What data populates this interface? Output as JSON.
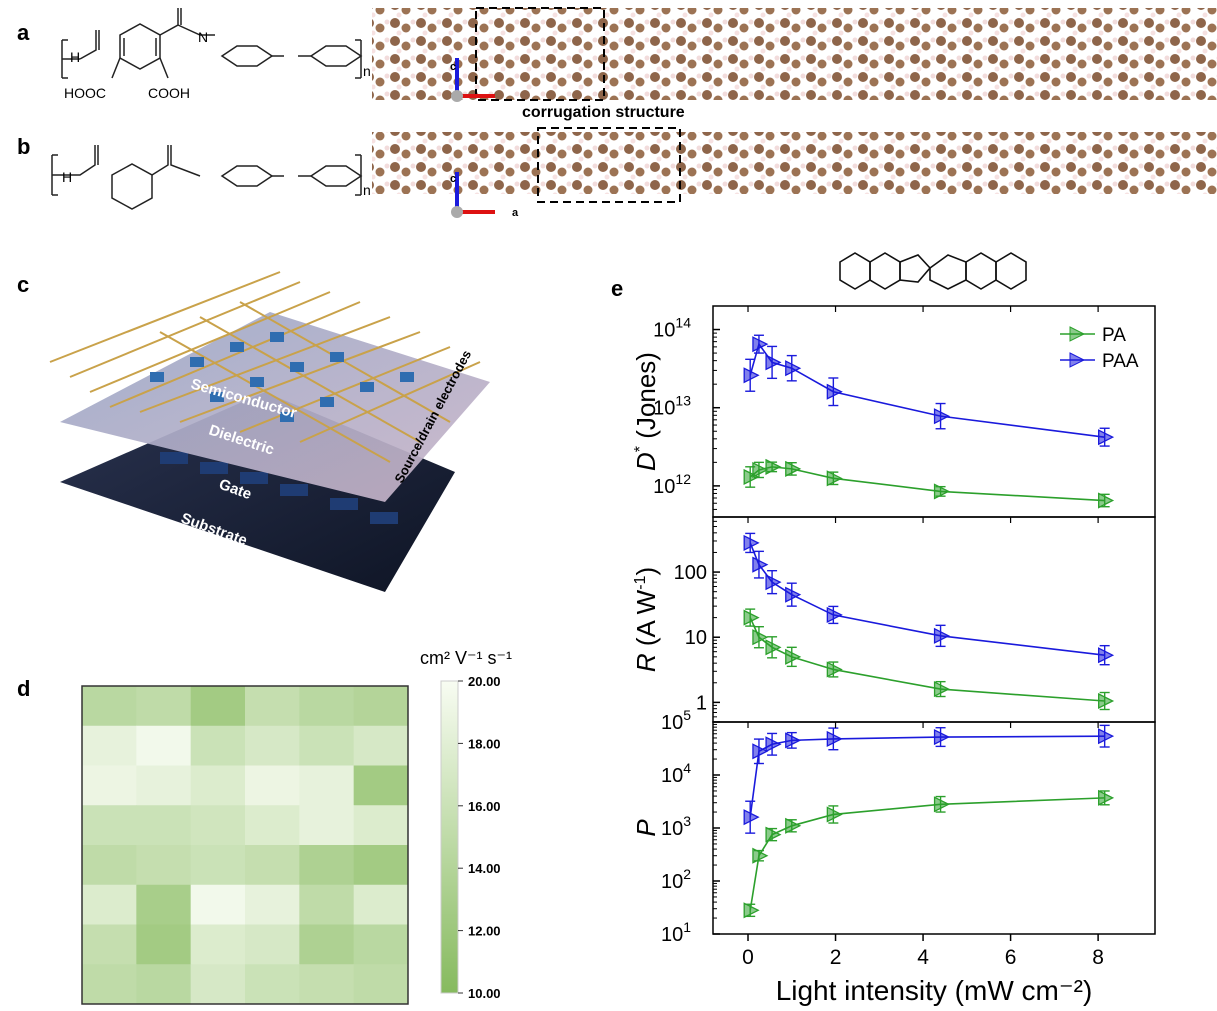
{
  "panels": {
    "a": "a",
    "b": "b",
    "c": "c",
    "d": "d",
    "e": "e"
  },
  "panel_a": {
    "monomer_left": "H",
    "n_label": "N",
    "cooh_left": "HOOC",
    "cooh_right": "COOH",
    "repeat": "n",
    "axis_c": "c",
    "annotation": "corrugation structure"
  },
  "panel_b": {
    "h_label": "H",
    "repeat": "n",
    "axis_c": "c",
    "axis_a": "a"
  },
  "panel_c": {
    "layers": [
      "Semiconductor",
      "Dielectric",
      "Gate",
      "Substrate"
    ],
    "electrode_label": "Source/drain electrodes"
  },
  "panel_d": {
    "unit_label": "cm² V⁻¹ s⁻¹",
    "colorbar_ticks": [
      "20.00",
      "18.00",
      "16.00",
      "14.00",
      "12.00",
      "10.00"
    ],
    "colorbar_range": [
      10,
      20
    ],
    "grid": [
      [
        14.5,
        15,
        12.5,
        15.5,
        14.5,
        14
      ],
      [
        18.5,
        19.5,
        16,
        17,
        16,
        17
      ],
      [
        19,
        18.5,
        17.5,
        19,
        18.5,
        12.5
      ],
      [
        16,
        16,
        16.5,
        17.5,
        18.5,
        17.5
      ],
      [
        15,
        15.5,
        16,
        15.5,
        13.5,
        12.5
      ],
      [
        17.5,
        13,
        19.5,
        18.5,
        15,
        17.5
      ],
      [
        15.5,
        12.5,
        17.5,
        17,
        13.5,
        14.5
      ],
      [
        15,
        14.5,
        17,
        16,
        15.5,
        15
      ]
    ],
    "colors": {
      "low": "#86ba5e",
      "high": "#f8fcf2"
    }
  },
  "chart_data": {
    "type": "scatter",
    "xlabel": "Light intensity (mW cm⁻²)",
    "x_ticks": [
      "0",
      "2",
      "4",
      "6",
      "8"
    ],
    "xlim": [
      -0.8,
      9.3
    ],
    "legend": {
      "placement": "top-right",
      "entries": [
        "PA",
        "PAA"
      ]
    },
    "colors": {
      "PA": "#2ca02c",
      "PAA": "#1a1adc"
    },
    "subplots": [
      {
        "ylabel_main": "D",
        "ylabel_sup": "*",
        "ylabel_tail": " (Jones)",
        "scale": "log",
        "ylim": [
          400000000000,
          200000000000000
        ],
        "ticks": [
          {
            "v": 1000000000000.0,
            "b": "10",
            "e": "12"
          },
          {
            "v": 10000000000000.0,
            "b": "10",
            "e": "13"
          },
          {
            "v": 100000000000000.0,
            "b": "10",
            "e": "14"
          }
        ],
        "series": [
          {
            "name": "PA",
            "x": [
              0.05,
              0.25,
              0.55,
              1.0,
              1.95,
              4.4,
              8.15
            ],
            "y": [
              1300000000000.0,
              1600000000000.0,
              1750000000000.0,
              1650000000000.0,
              1250000000000.0,
              850000000000.0,
              650000000000.0
            ],
            "err": [
              1.35,
              1.25,
              1.15,
              1.2,
              1.2,
              1.15,
              1.2
            ]
          },
          {
            "name": "PAA",
            "x": [
              0.05,
              0.25,
              0.55,
              1.0,
              1.95,
              4.4,
              8.15
            ],
            "y": [
              26000000000000.0,
              65000000000000.0,
              38000000000000.0,
              32000000000000.0,
              16000000000000.0,
              7800000000000.0,
              4200000000000.0
            ],
            "err": [
              1.6,
              1.3,
              1.6,
              1.45,
              1.5,
              1.45,
              1.3
            ]
          }
        ]
      },
      {
        "ylabel_main": "R",
        "ylabel_tail": " (A W",
        "ylabel_sup": "-1",
        "ylabel_end": ")",
        "scale": "log",
        "ylim": [
          0.5,
          700
        ],
        "ticks": [
          {
            "v": 1,
            "t": "1"
          },
          {
            "v": 10,
            "t": "10"
          },
          {
            "v": 100,
            "t": "100"
          }
        ],
        "series": [
          {
            "name": "PA",
            "x": [
              0.05,
              0.25,
              0.55,
              1.0,
              1.95,
              4.4,
              8.15
            ],
            "y": [
              20,
              10,
              7,
              5,
              3.2,
              1.6,
              1.05
            ],
            "err": [
              1.35,
              1.45,
              1.45,
              1.4,
              1.3,
              1.3,
              1.35
            ]
          },
          {
            "name": "PAA",
            "x": [
              0.05,
              0.25,
              0.55,
              1.0,
              1.95,
              4.4,
              8.15
            ],
            "y": [
              280,
              130,
              70,
              45,
              22,
              10.5,
              5.3
            ],
            "err": [
              1.4,
              1.6,
              1.5,
              1.5,
              1.35,
              1.45,
              1.4
            ]
          }
        ]
      },
      {
        "ylabel_main": "P",
        "scale": "log",
        "ylim": [
          10,
          100000
        ],
        "ticks": [
          {
            "v": 10,
            "b": "10",
            "e": "1"
          },
          {
            "v": 100,
            "b": "10",
            "e": "2"
          },
          {
            "v": 1000,
            "b": "10",
            "e": "3"
          },
          {
            "v": 10000,
            "b": "10",
            "e": "4"
          },
          {
            "v": 100000,
            "b": "10",
            "e": "5"
          }
        ],
        "series": [
          {
            "name": "PA",
            "x": [
              0.05,
              0.25,
              0.55,
              1.0,
              1.95,
              4.4,
              8.15
            ],
            "y": [
              28,
              300,
              750,
              1100,
              1800,
              2800,
              3700
            ],
            "err": [
              1.3,
              1.25,
              1.3,
              1.3,
              1.45,
              1.4,
              1.35
            ]
          },
          {
            "name": "PAA",
            "x": [
              0.05,
              0.25,
              0.55,
              1.0,
              1.95,
              4.4,
              8.15
            ],
            "y": [
              1600,
              28000,
              38000,
              45000,
              48000,
              52000,
              54000
            ],
            "err": [
              2.0,
              1.7,
              1.6,
              1.4,
              1.6,
              1.5,
              1.6
            ]
          }
        ]
      }
    ]
  }
}
